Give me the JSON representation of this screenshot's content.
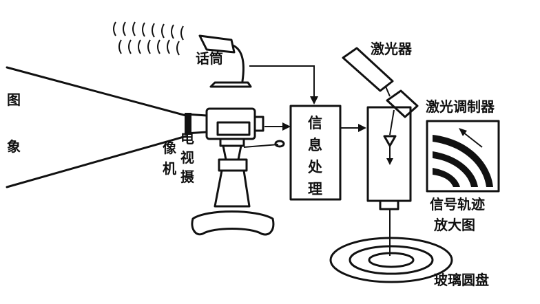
{
  "labels": {
    "microphone": "话筒",
    "laser": "激光器",
    "laser_modulator": "激光调制器",
    "image_char_1": "图",
    "image_char_2": "象",
    "tv_camera_col1_1": "像",
    "tv_camera_col1_2": "机",
    "tv_camera_col2_1": "电",
    "tv_camera_col2_2": "视",
    "tv_camera_col2_3": "摄",
    "info_processing_1": "信",
    "info_processing_2": "息",
    "info_processing_3": "处",
    "info_processing_4": "理",
    "signal_track_line1": "信号轨迹",
    "signal_track_line2": "放大图",
    "glass_disc": "玻璃圆盘"
  }
}
